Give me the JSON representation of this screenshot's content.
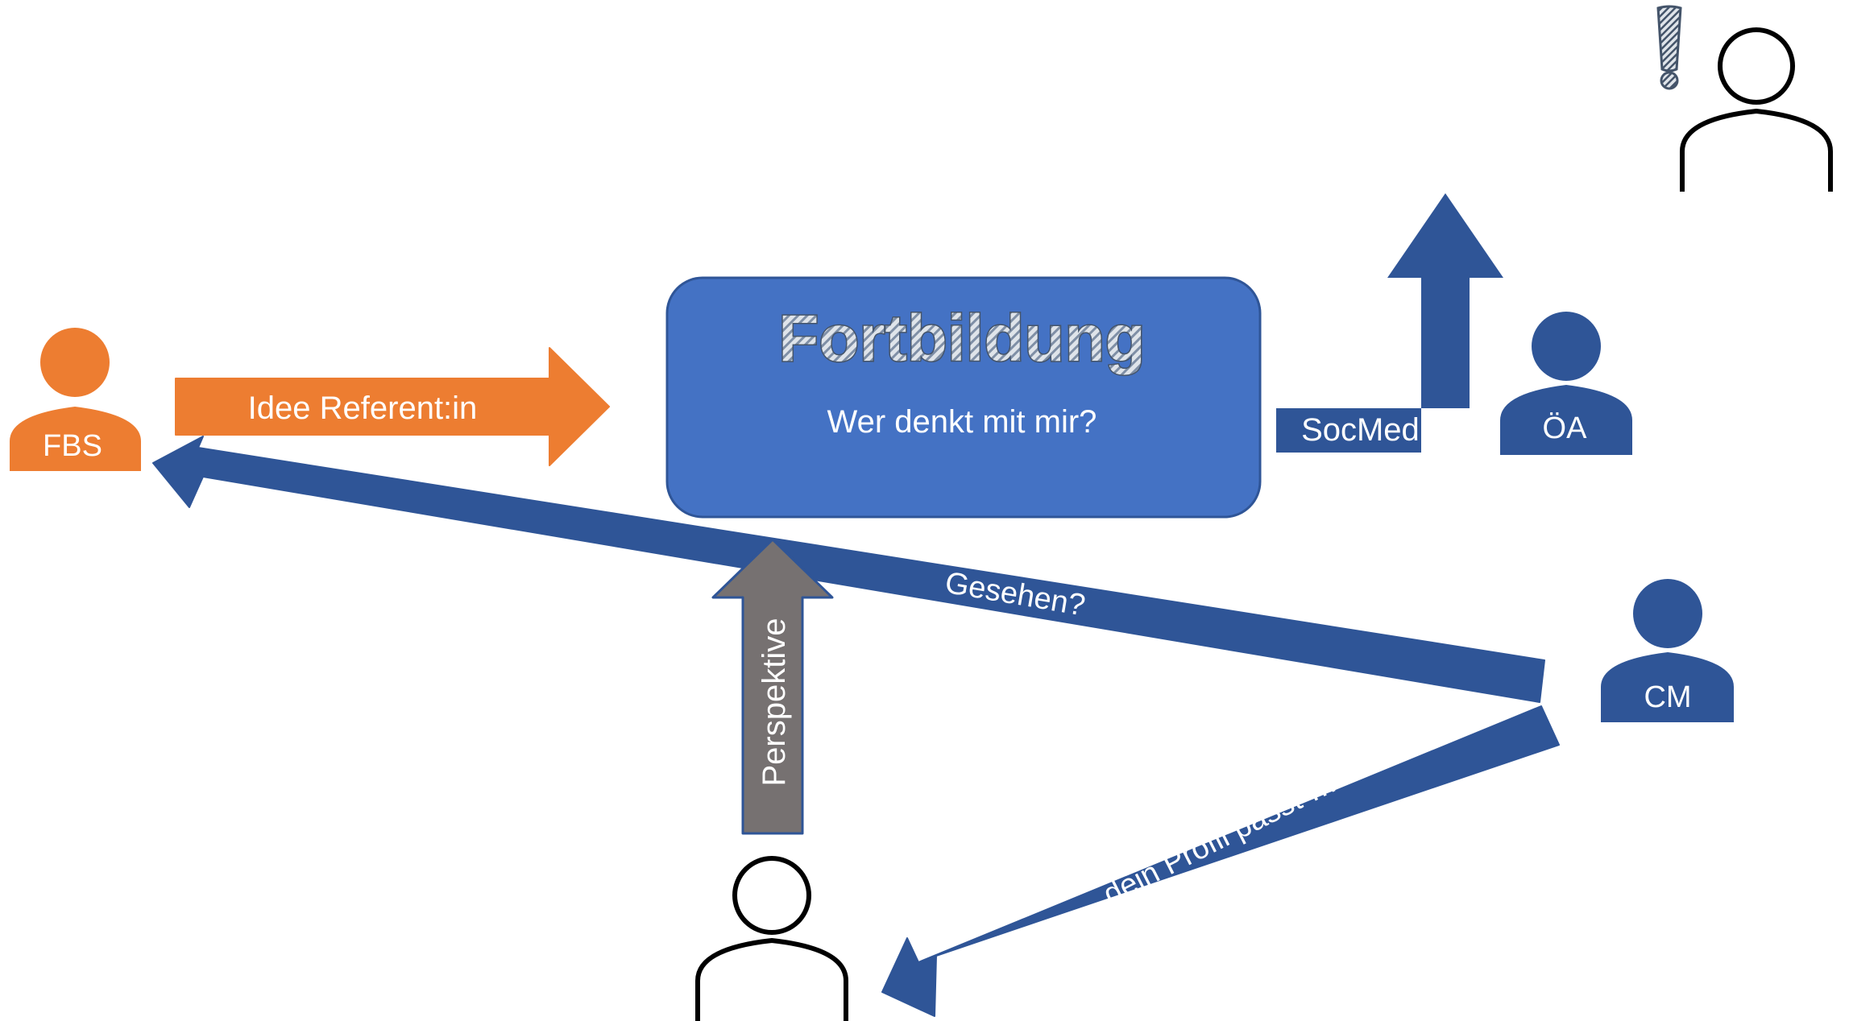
{
  "colors": {
    "orange": "#ed7d31",
    "blue_dark": "#2f5597",
    "blue_box": "#4472c4",
    "gray": "#767171",
    "outline": "#000000",
    "white": "#ffffff"
  },
  "box": {
    "title": "Fortbildung",
    "subtitle": "Wer denkt mit mir?"
  },
  "people": {
    "fbs": "FBS",
    "oa": "ÖA",
    "cm": "CM"
  },
  "arrows": {
    "idee": "Idee Referent:in",
    "socmedia": "SocMedia",
    "gesehen": "Gesehen?",
    "perspektive": "Perspektive",
    "profil": "dein Profil passt …"
  },
  "icons": {
    "exclamation": "exclamation-icon",
    "person_outline": "person-outline-icon",
    "person_filled": "person-icon"
  }
}
